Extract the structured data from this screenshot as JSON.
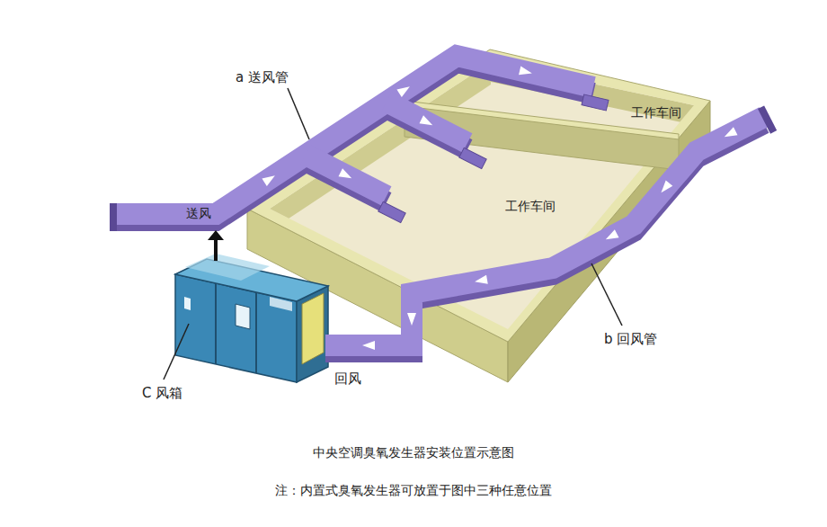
{
  "diagram": {
    "caption": "中央空调臭氧发生器安装位置示意图",
    "labels": [
      "a 送风管",
      "工作车间",
      "工作车间",
      "送风",
      "b 回风管",
      "C 风箱",
      "回风",
      "注：内置式臭氧发生器可放置于图中三种任意位置"
    ]
  }
}
